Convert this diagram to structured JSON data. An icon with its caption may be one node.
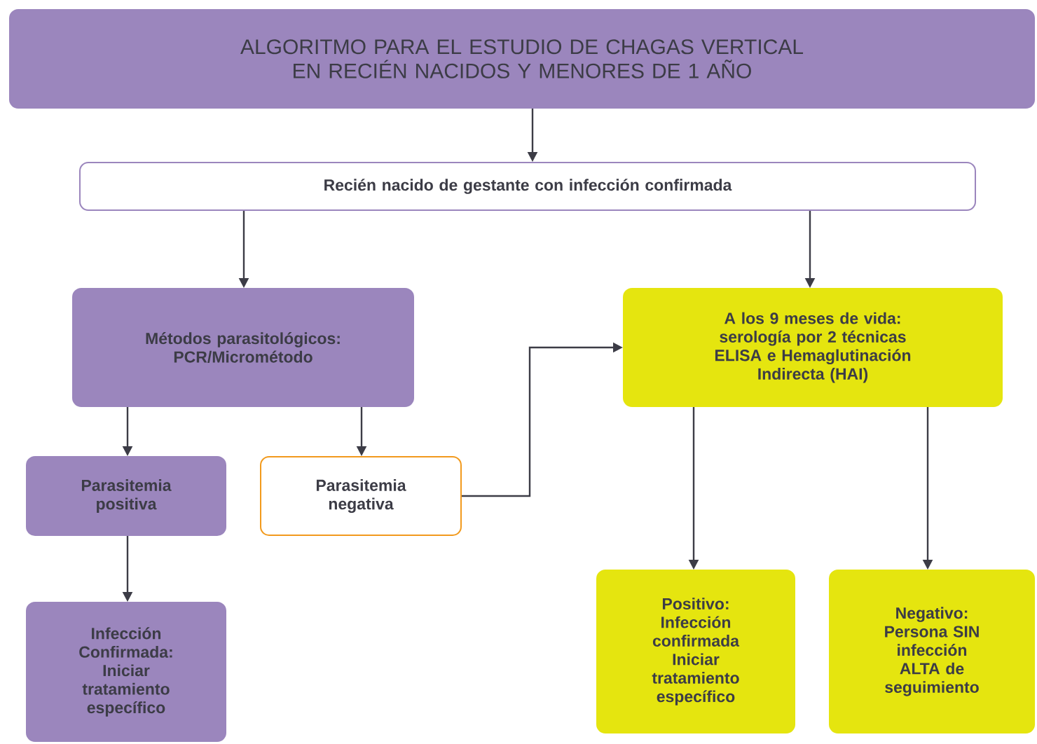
{
  "diagram": {
    "nodes": [
      {
        "text": [
          "ALGORITMO PARA EL ESTUDIO DE CHAGAS VERTICAL EN RECIÉN NACIDOS Y MENORES DE 1 AÑO"
        ]
      },
      {
        "text": [
          "Recién nacido de gestante con infección confirmada"
        ]
      },
      {
        "text": [
          "Métodos parasitológicos: PCR/Micrométodo"
        ]
      },
      {
        "text": [
          "A los 9 meses de vida: serología por 2 técnicas ELISA e Hemaglutinación Indirecta  (HAI)"
        ]
      },
      {
        "text": [
          "Parasitemia positiva"
        ]
      },
      {
        "text": [
          "Parasitemia negativa"
        ]
      },
      {
        "text": [
          "Infección Confirmada: Iniciar tratamiento específico"
        ]
      },
      {
        "text": [
          "Positivo: Infección confirmada Iniciar tratamiento específico"
        ]
      },
      {
        "text": [
          "Negativo: Persona SIN infección ALTA de seguimiento"
        ]
      }
    ],
    "edges": [
      {
        "from": 0,
        "to": 1,
        "arrow": "to"
      },
      {
        "from": 1,
        "to": 2,
        "arrow": "to"
      },
      {
        "from": 1,
        "to": 3,
        "arrow": "to"
      },
      {
        "from": 2,
        "to": 4,
        "arrow": "to"
      },
      {
        "from": 2,
        "to": 5,
        "arrow": "to"
      },
      {
        "from": 4,
        "to": 6,
        "arrow": "to"
      },
      {
        "from": 5,
        "to": 3,
        "arrow": "to"
      },
      {
        "from": 3,
        "to": 7,
        "arrow": "to"
      },
      {
        "from": 3,
        "to": 8,
        "arrow": "to"
      }
    ]
  }
}
